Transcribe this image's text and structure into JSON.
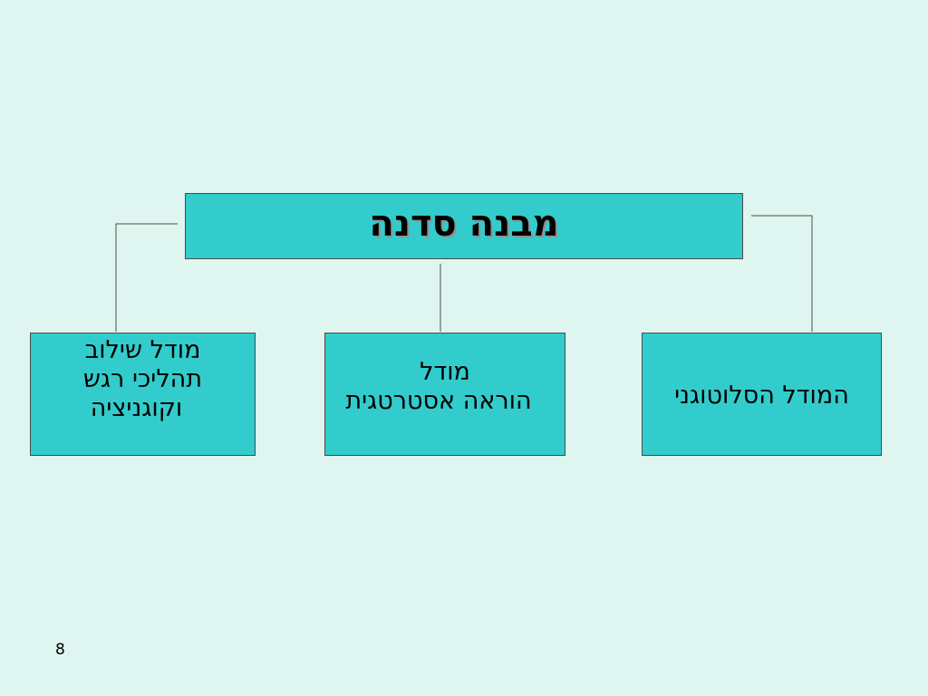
{
  "slide": {
    "background_color": "#dff5ef",
    "box_color": "#33cccc",
    "title": "מבנה סדנה",
    "models": {
      "left_lines": [
        "מודל שילוב",
        "תהליכי רגש",
        "וקוגניציה"
      ],
      "middle_lines": [
        "מודל",
        "הוראה אסטרטגית"
      ],
      "right": "המודל הסלוטוגני"
    },
    "page_number": "8"
  }
}
